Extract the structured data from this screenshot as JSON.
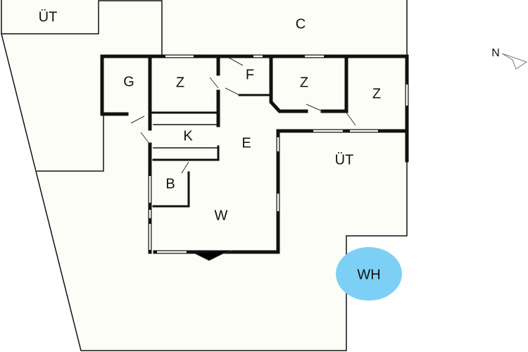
{
  "rooms": {
    "ut_top": "ÜT",
    "c": "C",
    "g": "G",
    "z1": "Z",
    "f": "F",
    "z2": "Z",
    "z3": "Z",
    "k": "K",
    "e": "E",
    "ut_right": "ÜT",
    "b": "B",
    "w": "W",
    "wh": "WH"
  },
  "compass": {
    "label": "N"
  },
  "colors": {
    "plot": "#fdfdf7",
    "wh": "#7dd0f5",
    "wall": "#111111"
  }
}
